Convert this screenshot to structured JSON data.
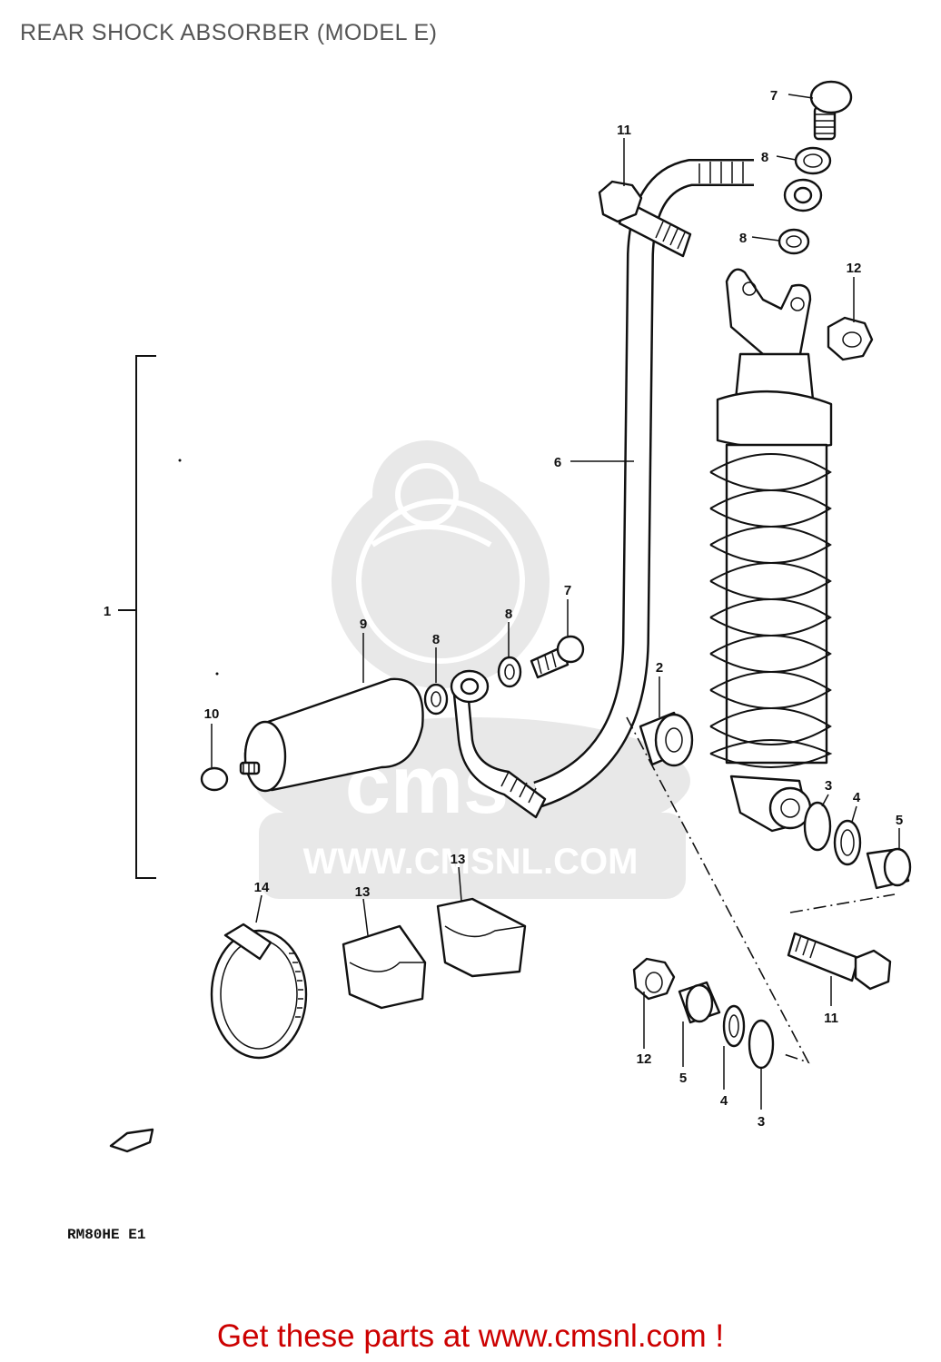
{
  "header": {
    "title": "REAR SHOCK ABSORBER (MODEL E)"
  },
  "diagram": {
    "callouts": {
      "c1": "1",
      "c2": "2",
      "c3a": "3",
      "c3b": "3",
      "c4a": "4",
      "c4b": "4",
      "c5a": "5",
      "c5b": "5",
      "c6": "6",
      "c7a": "7",
      "c7b": "7",
      "c8a": "8",
      "c8b": "8",
      "c8c": "8",
      "c8d": "8",
      "c9": "9",
      "c10": "10",
      "c11a": "11",
      "c11b": "11",
      "c12a": "12",
      "c12b": "12",
      "c13a": "13",
      "c13b": "13",
      "c14": "14"
    },
    "drawing_code": "RM80HE E1"
  },
  "watermark": {
    "logo": "cms",
    "url": "WWW.CMSNL.COM"
  },
  "footer": {
    "text": "Get these parts at www.cmsnl.com !",
    "color": "#cc0000"
  }
}
